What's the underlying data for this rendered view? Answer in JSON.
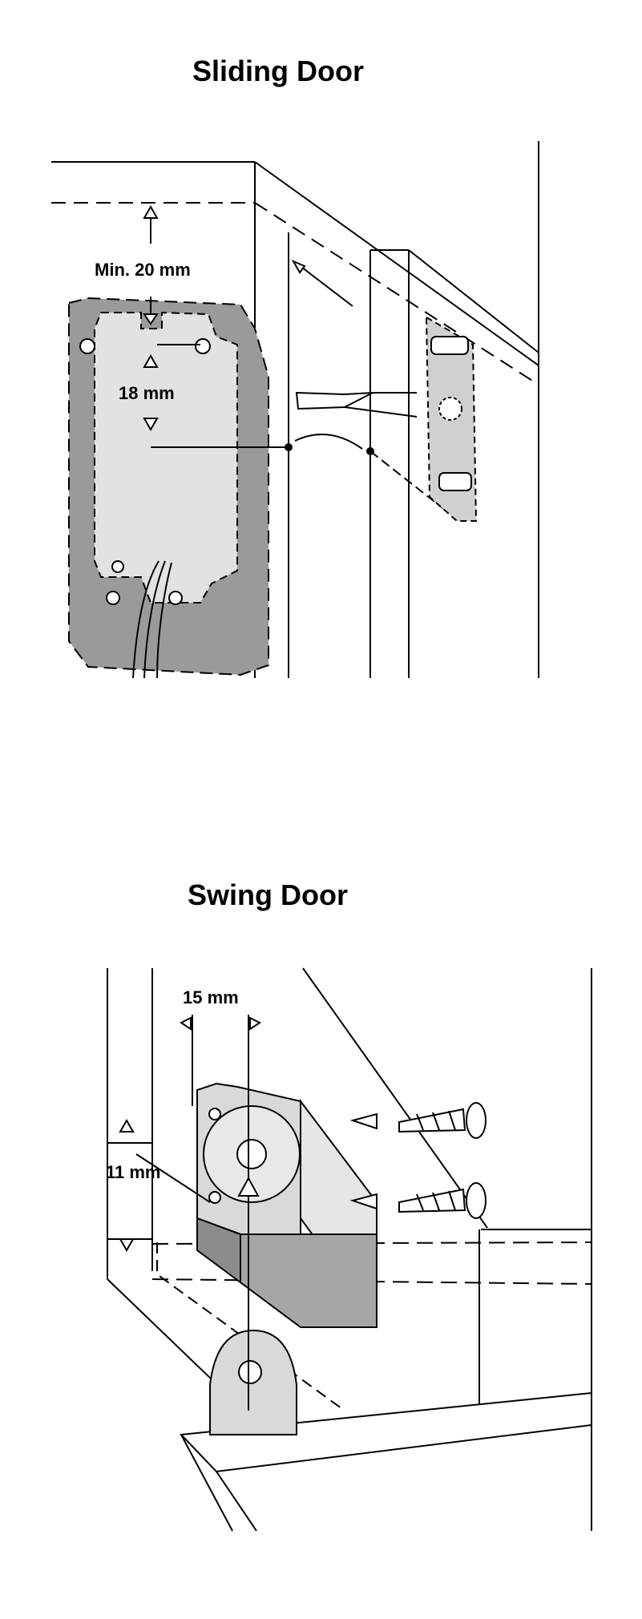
{
  "sliding": {
    "title": "Sliding Door",
    "dim_min": "Min. 20 mm",
    "dim_hole": "18 mm"
  },
  "swing": {
    "title": "Swing Door",
    "dim_width": "15 mm",
    "dim_height": "11 mm"
  },
  "colors": {
    "line": "#000000",
    "plate_gray": "#9a9a9a",
    "plate_light": "#e2e2e2",
    "body_dark": "#a6a6a6",
    "body_light": "#d9d9d9"
  }
}
